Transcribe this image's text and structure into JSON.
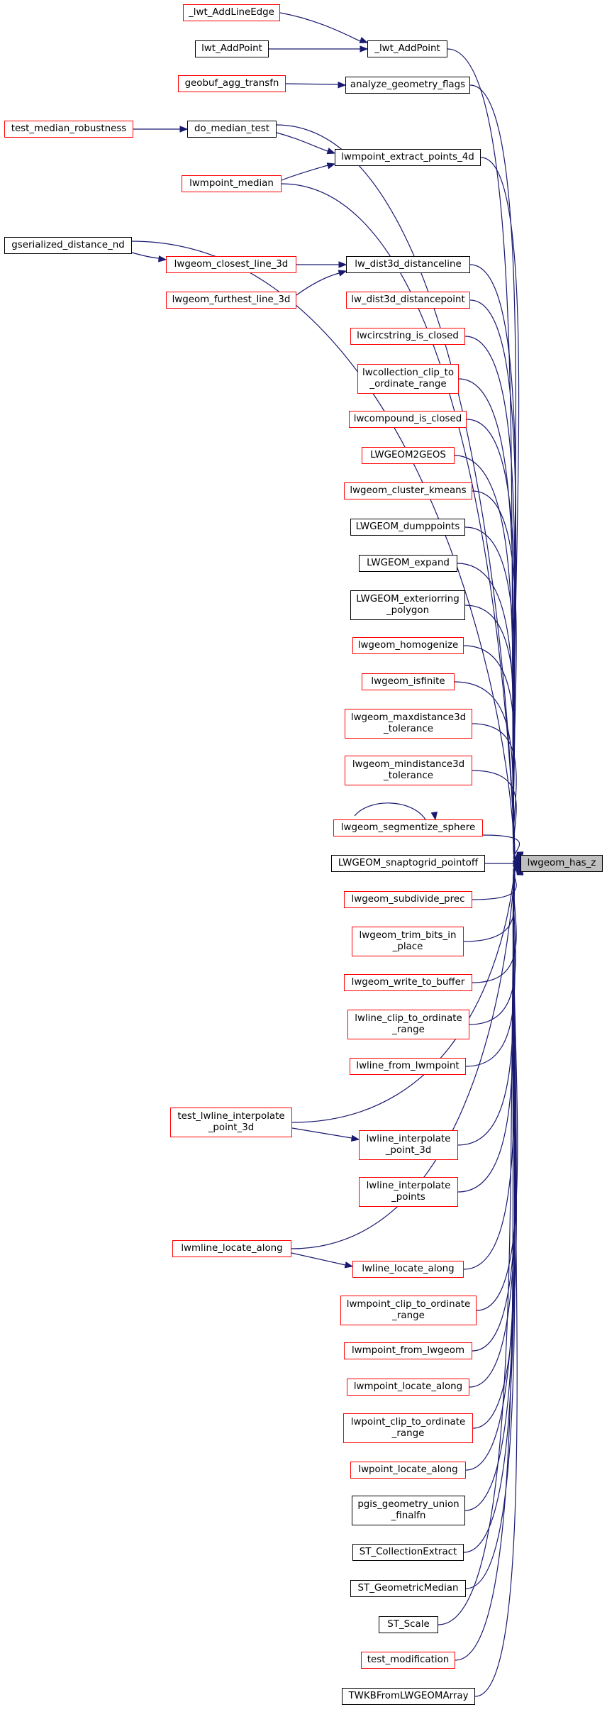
{
  "colors": {
    "edge": "#191970",
    "red_border": "#ff0000",
    "black_border": "#000000",
    "target_fill": "#bfbfbf"
  },
  "nodes": {
    "lwt_addlineedge": "_lwt_AddLineEdge",
    "lwt_addpoint": "lwt_AddPoint",
    "lwt_addpoint_internal": "_lwt_AddPoint",
    "geobuf_agg_transfn": "geobuf_agg_transfn",
    "analyze_geometry_flags": "analyze_geometry_flags",
    "test_median_robustness": "test_median_robustness",
    "do_median_test": "do_median_test",
    "lwmpoint_extract_points_4d": "lwmpoint_extract_points_4d",
    "lwmpoint_median": "lwmpoint_median",
    "gserialized_distance_nd": "gserialized_distance_nd",
    "lwgeom_closest_line_3d": "lwgeom_closest_line_3d",
    "lw_dist3d_distanceline": "lw_dist3d_distanceline",
    "lwgeom_furthest_line_3d": "lwgeom_furthest_line_3d",
    "lw_dist3d_distancepoint": "lw_dist3d_distancepoint",
    "lwcircstring_is_closed": "lwcircstring_is_closed",
    "lwcollection_clip_to_ordinate_range": "lwcollection_clip_to\n_ordinate_range",
    "lwcompound_is_closed": "lwcompound_is_closed",
    "lwgeom2geos": "LWGEOM2GEOS",
    "lwgeom_cluster_kmeans": "lwgeom_cluster_kmeans",
    "lwgeom_dumppoints": "LWGEOM_dumppoints",
    "lwgeom_expand": "LWGEOM_expand",
    "lwgeom_exteriorring_polygon": "LWGEOM_exteriorring\n_polygon",
    "lwgeom_homogenize": "lwgeom_homogenize",
    "lwgeom_isfinite": "lwgeom_isfinite",
    "lwgeom_maxdistance3d_tolerance": "lwgeom_maxdistance3d\n_tolerance",
    "lwgeom_mindistance3d_tolerance": "lwgeom_mindistance3d\n_tolerance",
    "lwgeom_segmentize_sphere": "lwgeom_segmentize_sphere",
    "lwgeom_snaptogrid_pointoff": "LWGEOM_snaptogrid_pointoff",
    "lwgeom_has_z": "lwgeom_has_z",
    "lwgeom_subdivide_prec": "lwgeom_subdivide_prec",
    "lwgeom_trim_bits_in_place": "lwgeom_trim_bits_in\n_place",
    "lwgeom_write_to_buffer": "lwgeom_write_to_buffer",
    "lwline_clip_to_ordinate_range": "lwline_clip_to_ordinate\n_range",
    "lwline_from_lwmpoint": "lwline_from_lwmpoint",
    "test_lwline_interpolate_point_3d": "test_lwline_interpolate\n_point_3d",
    "lwline_interpolate_point_3d": "lwline_interpolate\n_point_3d",
    "lwline_interpolate_points": "lwline_interpolate\n_points",
    "lwmline_locate_along": "lwmline_locate_along",
    "lwline_locate_along": "lwline_locate_along",
    "lwmpoint_clip_to_ordinate_range": "lwmpoint_clip_to_ordinate\n_range",
    "lwmpoint_from_lwgeom": "lwmpoint_from_lwgeom",
    "lwmpoint_locate_along": "lwmpoint_locate_along",
    "lwpoint_clip_to_ordinate_range": "lwpoint_clip_to_ordinate\n_range",
    "lwpoint_locate_along": "lwpoint_locate_along",
    "pgis_geometry_union_finalfn": "pgis_geometry_union\n_finalfn",
    "st_collectionextract": "ST_CollectionExtract",
    "st_geometricmedian": "ST_GeometricMedian",
    "st_scale": "ST_Scale",
    "test_modification": "test_modification",
    "twkbfromlwgeomarray": "TWKBFromLWGEOMArray"
  }
}
